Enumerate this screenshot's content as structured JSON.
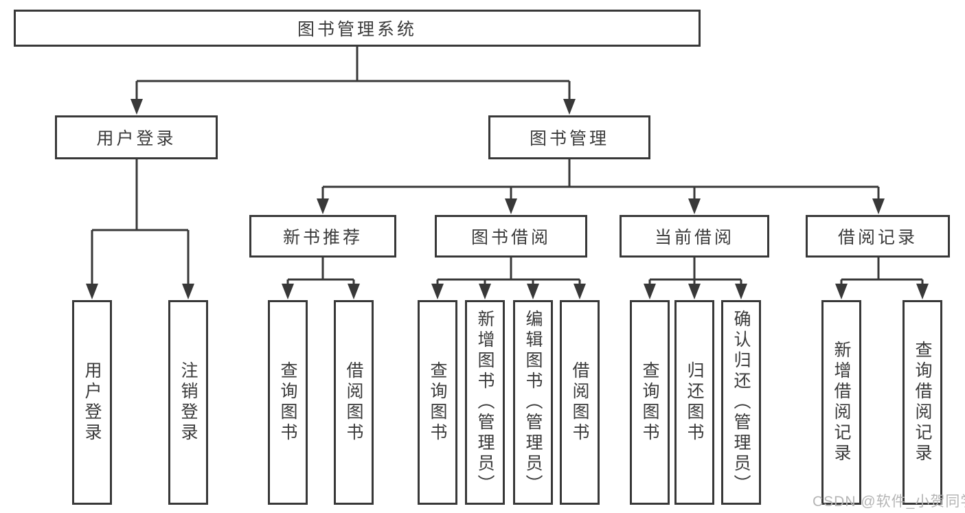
{
  "tree": {
    "label": "图书管理系统",
    "children": [
      {
        "label": "用户登录",
        "children": [
          {
            "label": "用户登录"
          },
          {
            "label": "注销登录"
          }
        ]
      },
      {
        "label": "图书管理",
        "children": [
          {
            "label": "新书推荐",
            "children": [
              {
                "label": "查询图书"
              },
              {
                "label": "借阅图书"
              }
            ]
          },
          {
            "label": "图书借阅",
            "children": [
              {
                "label": "查询图书"
              },
              {
                "label": "新增图书（管理员）"
              },
              {
                "label": "编辑图书（管理员）"
              },
              {
                "label": "借阅图书"
              }
            ]
          },
          {
            "label": "当前借阅",
            "children": [
              {
                "label": "查询图书"
              },
              {
                "label": "归还图书"
              },
              {
                "label": "确认归还（管理员）"
              }
            ]
          },
          {
            "label": "借阅记录",
            "children": [
              {
                "label": "新增借阅记录"
              },
              {
                "label": "查询借阅记录"
              }
            ]
          }
        ]
      }
    ]
  },
  "watermark": "CSDN @软件_小贺同学",
  "colors": {
    "line": "#383838",
    "text": "#3a3a3a",
    "watermark": "#b5b5b5"
  }
}
